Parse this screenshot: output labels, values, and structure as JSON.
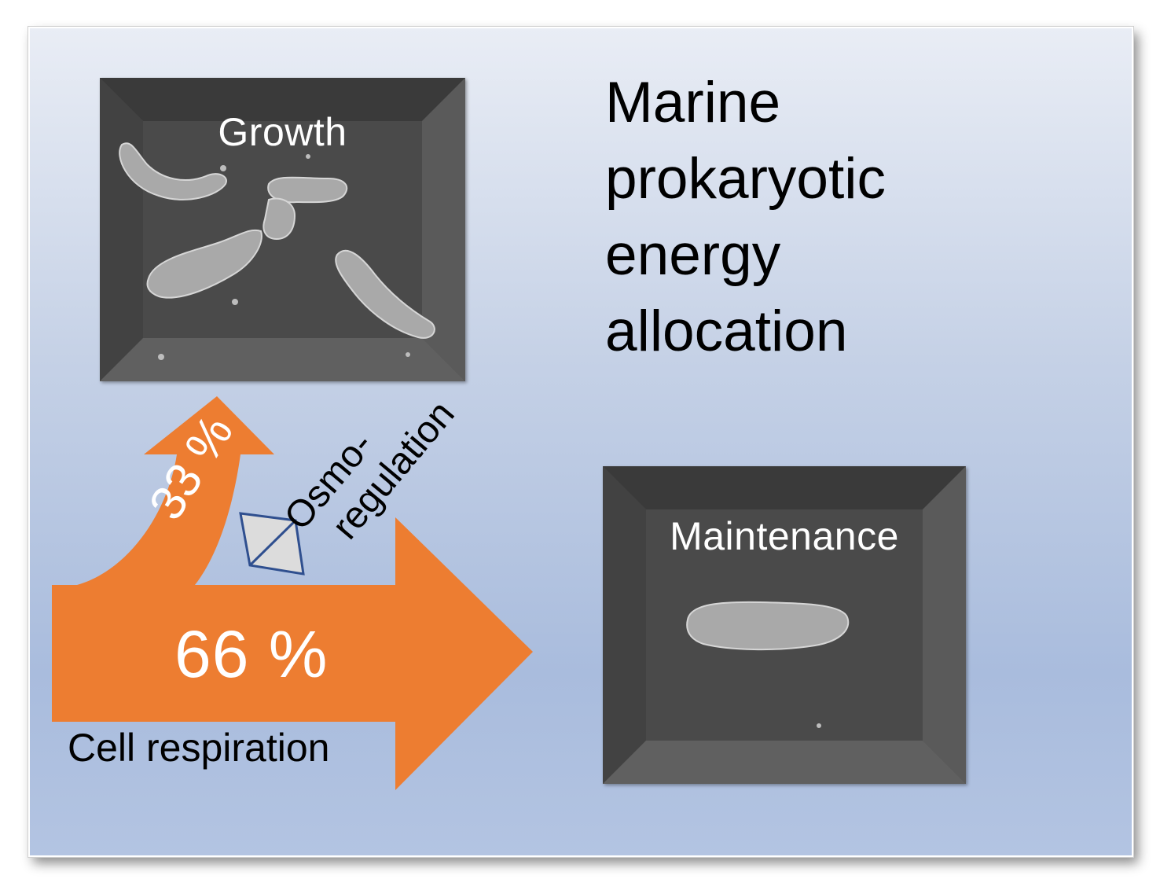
{
  "title": {
    "lines": [
      "Marine",
      "prokaryotic",
      "energy",
      "allocation"
    ]
  },
  "panels": {
    "growth": {
      "label": "Growth"
    },
    "maintenance": {
      "label": "Maintenance"
    }
  },
  "arrows": {
    "main_percent": "66 %",
    "branch_percent": "33 %",
    "main_label": "Cell respiration",
    "side_label": [
      "Osmo-",
      "regulation"
    ]
  },
  "colors": {
    "arrow": "#ed7d31",
    "panel": "#4a4a4a",
    "background_top": "#e9edf5",
    "background_bottom": "#a9bcdd",
    "osmo_icon_stroke": "#2f4f8f",
    "osmo_icon_fill": "#dcdcdc"
  }
}
